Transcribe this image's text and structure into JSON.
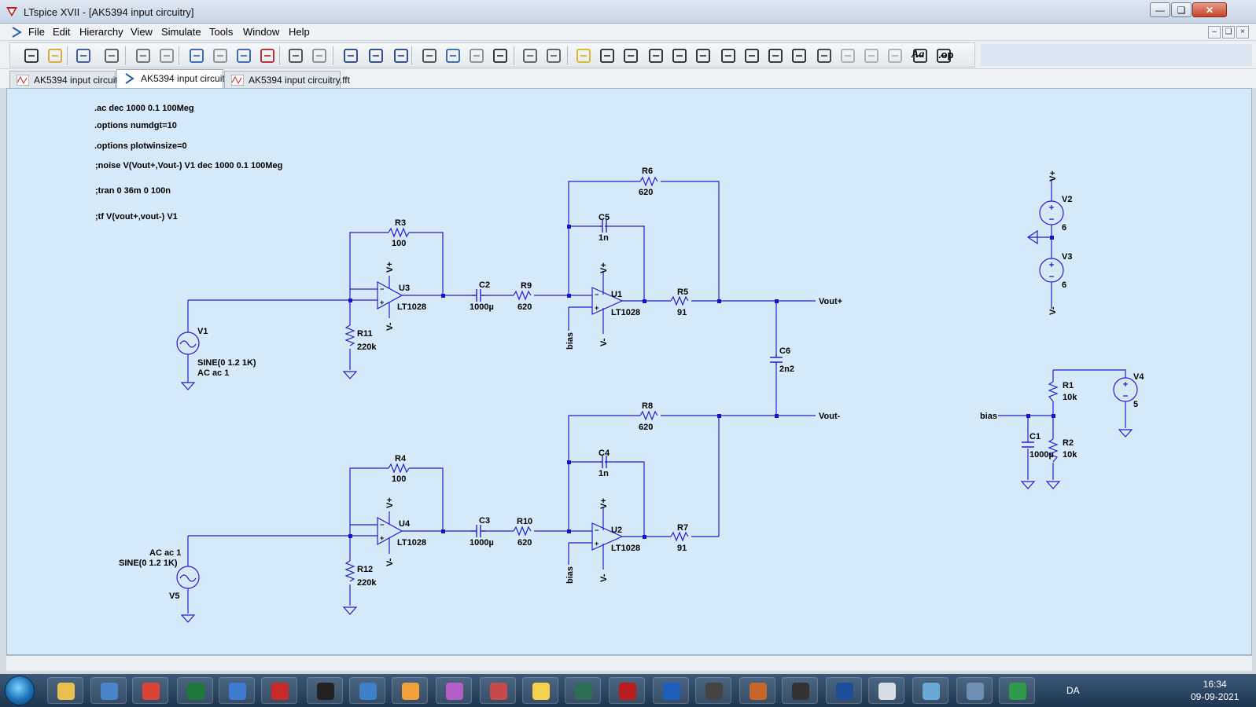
{
  "window": {
    "title": "LTspice XVII - [AK5394 input circuitry]"
  },
  "menu": {
    "items": [
      "File",
      "Edit",
      "Hierarchy",
      "View",
      "Simulate",
      "Tools",
      "Window",
      "Help"
    ]
  },
  "toolbar": {
    "tools": [
      "run-icon",
      "open-icon",
      "save-icon",
      "control-panel-icon",
      "halt-icon",
      "pan-hand-icon",
      "zoom-in-icon",
      "zoom-full-icon",
      "zoom-out-icon",
      "zoom-cancel-icon",
      "plot-icon",
      "plot-settings-icon",
      "tile-horizontal-icon",
      "cascade-icon",
      "tile-vertical-icon",
      "cut-icon",
      "copy-icon",
      "paste-icon",
      "find-icon",
      "print-icon",
      "print-setup-icon",
      "draw-wire-icon",
      "ground-icon",
      "label-net-icon",
      "resistor-icon",
      "capacitor-icon",
      "inductor-icon",
      "diode-icon",
      "component-icon",
      "move-icon",
      "drag-icon",
      "undo-icon",
      "redo-icon",
      "rotate-icon",
      "mirror-icon",
      "text-icon",
      "spice-directive-icon"
    ],
    "text_label": "Aa",
    "op_label": ".op"
  },
  "tabs": [
    "AK5394 input circuitry",
    "AK5394 input circuitry",
    "AK5394 input circuitry.fft"
  ],
  "directives": [
    ".ac dec 1000 0.1 100Meg",
    ".options numdgt=10",
    ".options plotwinsize=0",
    ";noise V(Vout+,Vout-) V1 dec 1000 0.1 100Meg",
    ";tran 0 36m 0 100n",
    ";tf V(vout+,vout-) V1"
  ],
  "components": {
    "R3": {
      "name": "R3",
      "value": "100"
    },
    "R11": {
      "name": "R11",
      "value": "220k"
    },
    "U3": {
      "name": "U3",
      "value": "LT1028"
    },
    "C2": {
      "name": "C2",
      "value": "1000µ"
    },
    "R9": {
      "name": "R9",
      "value": "620"
    },
    "R6": {
      "name": "R6",
      "value": "620"
    },
    "C5": {
      "name": "C5",
      "value": "1n"
    },
    "U1": {
      "name": "U1",
      "value": "LT1028"
    },
    "R5": {
      "name": "R5",
      "value": "91"
    },
    "C6": {
      "name": "C6",
      "value": "2n2"
    },
    "V1": {
      "name": "V1",
      "value": "SINE(0 1.2 1K)",
      "value2": "AC ac 1"
    },
    "R4": {
      "name": "R4",
      "value": "100"
    },
    "R12": {
      "name": "R12",
      "value": "220k"
    },
    "U4": {
      "name": "U4",
      "value": "LT1028"
    },
    "C3": {
      "name": "C3",
      "value": "1000µ"
    },
    "R10": {
      "name": "R10",
      "value": "620"
    },
    "R8": {
      "name": "R8",
      "value": "620"
    },
    "C4": {
      "name": "C4",
      "value": "1n"
    },
    "U2": {
      "name": "U2",
      "value": "LT1028"
    },
    "R7": {
      "name": "R7",
      "value": "91"
    },
    "V5": {
      "name": "V5",
      "value": "SINE(0 1.2 1K)",
      "value2": "AC ac 1"
    },
    "V2": {
      "name": "V2",
      "value": "6"
    },
    "V3": {
      "name": "V3",
      "value": "6"
    },
    "V4": {
      "name": "V4",
      "value": "5"
    },
    "R1": {
      "name": "R1",
      "value": "10k"
    },
    "R2": {
      "name": "R2",
      "value": "10k"
    },
    "C1": {
      "name": "C1",
      "value": "1000µ"
    }
  },
  "nets": {
    "vout_pos": "Vout+",
    "vout_neg": "Vout-",
    "bias": "bias",
    "vpos": "V+",
    "vneg": "V-"
  },
  "taskbar": {
    "apps": [
      "explorer-icon",
      "thunderbird-icon",
      "chrome-icon",
      "excel-icon",
      "writer-icon",
      "acrobat-icon",
      "app-icon",
      "feather-icon",
      "flower-icon",
      "butterfly-icon",
      "bird-icon",
      "bulb-icon",
      "app-icon",
      "ltspice-icon",
      "media-icon",
      "spectrum-icon",
      "app-icon",
      "coil-icon",
      "editor-icon",
      "calculator-icon",
      "notes-icon",
      "control-icon",
      "app-icon"
    ],
    "language": "DA",
    "time": "16:34",
    "date": "09-09-2021"
  },
  "colors": {
    "wire": "#2020d0",
    "schematic_bg": "#d6e9f8",
    "node": "#1515c8"
  }
}
